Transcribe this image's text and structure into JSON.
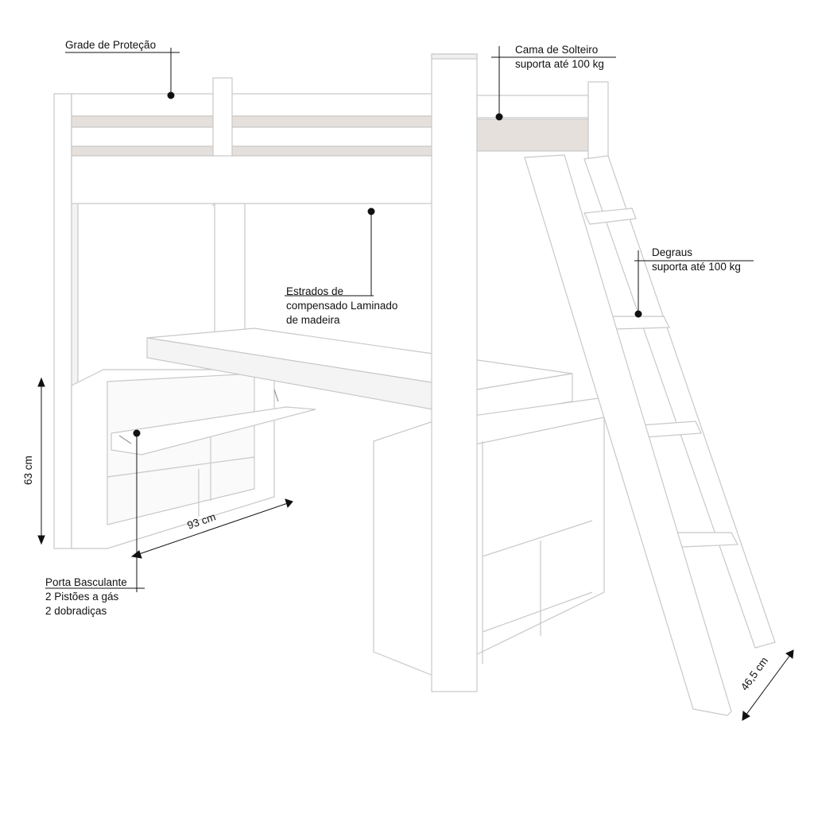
{
  "labels": {
    "guard_rail": "Grade de Proteção",
    "single_bed": {
      "line1": "Cama de Solteiro",
      "line2": "suporta até 100 kg"
    },
    "steps": {
      "line1": "Degraus",
      "line2": "suporta até 100 kg"
    },
    "slats": {
      "line1": "Estrados de",
      "line2": "compensado Laminado",
      "line3": "de madeira"
    },
    "flap_door": {
      "line1": "Porta Basculante",
      "line2": "2 Pistões a gás",
      "line3": "2 dobradiças"
    }
  },
  "dimensions": {
    "height": "63 cm",
    "width": "93 cm",
    "depth": "46,5 cm"
  },
  "colors": {
    "furniture": "#ffffff",
    "outline": "#c9c9c9",
    "shadow": "#e4dfdc",
    "annotation": "#111111"
  }
}
